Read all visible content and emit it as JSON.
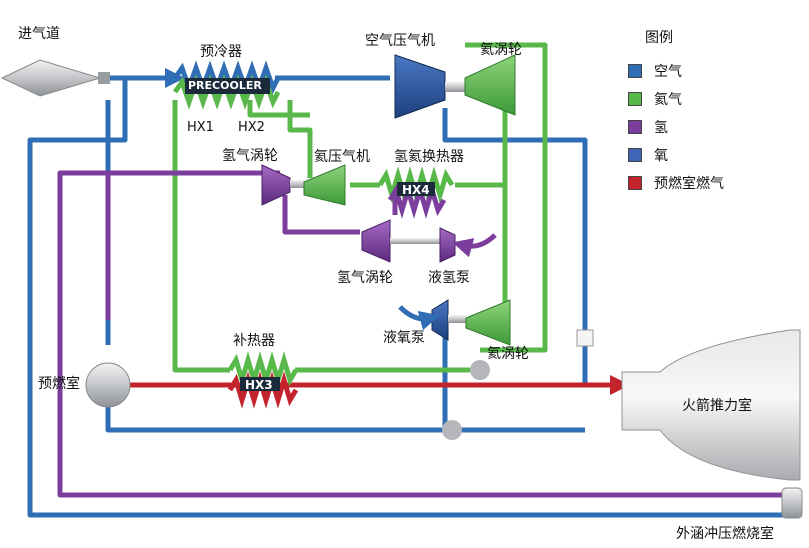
{
  "labels": {
    "inlet": "进气道",
    "precooler": "预冷器",
    "precooler_tag": "PRECOOLER",
    "hx1": "HX1",
    "hx2": "HX2",
    "air_compressor": "空气压气机",
    "helium_turbine_top": "氦涡轮",
    "hydrogen_turbine_1": "氢气涡轮",
    "helium_compressor": "氦压气机",
    "hydrogen_helium_hx": "氢氦换热器",
    "hx4": "HX4",
    "hydrogen_turbine_2": "氢气涡轮",
    "lh2_pump": "液氢泵",
    "lox_pump": "液氧泵",
    "reheater": "补热器",
    "hx3": "HX3",
    "helium_turbine_bottom": "氦涡轮",
    "preburner": "预燃室",
    "rocket_chamber": "火箭推力室",
    "bypass_ramjet": "外涵冲压燃烧室"
  },
  "legend": {
    "title": "图例",
    "items": [
      {
        "label": "空气",
        "color": "#2f6db5"
      },
      {
        "label": "氦气",
        "color": "#58b84a"
      },
      {
        "label": "氢",
        "color": "#7b3e9c"
      },
      {
        "label": "氧",
        "color": "#3f66b4"
      },
      {
        "label": "预燃室燃气",
        "color": "#c3242b"
      }
    ]
  },
  "colors": {
    "air": "#2f6db5",
    "helium": "#58b84a",
    "hydrogen": "#7b3e9c",
    "oxygen": "#3f66b4",
    "preburner_gas": "#c3242b",
    "outline": "#1b2a3a",
    "metal": "#b9bcc0"
  }
}
